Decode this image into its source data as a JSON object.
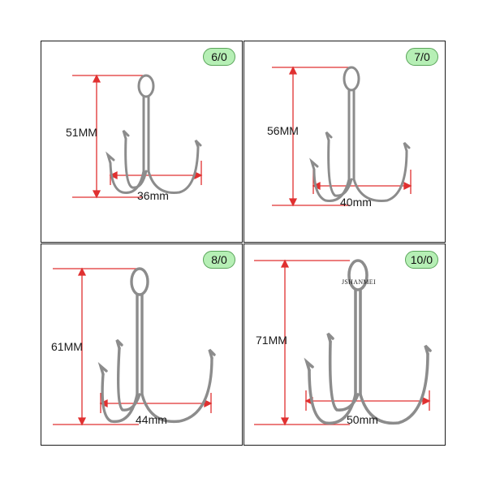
{
  "colors": {
    "measure_line": "#e03030",
    "badge_fill": "#b6efb5",
    "hook_metal": "#8c8c8c"
  },
  "panels": [
    {
      "size": "6/0",
      "length": "51MM",
      "width": "36mm"
    },
    {
      "size": "7/0",
      "length": "56MM",
      "width": "40mm"
    },
    {
      "size": "8/0",
      "length": "61MM",
      "width": "44mm"
    },
    {
      "size": "10/0",
      "length": "71MM",
      "width": "50mm",
      "brand_mark": "JSHANMEI"
    }
  ]
}
